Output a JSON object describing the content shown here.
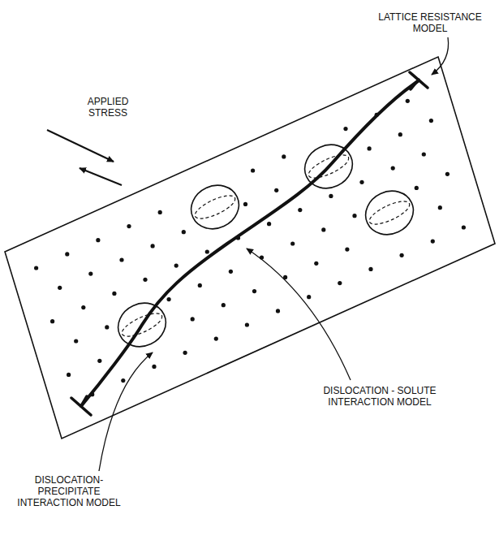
{
  "diagram": {
    "labels": [
      "LATTICE RESISTANCE MODEL",
      "APPLIED STRESS",
      "DISLOCATION - SOLUTE INTERACTION MODEL",
      "DISLOCATION- PRECIPITATE INTERACTION MODEL"
    ]
  }
}
